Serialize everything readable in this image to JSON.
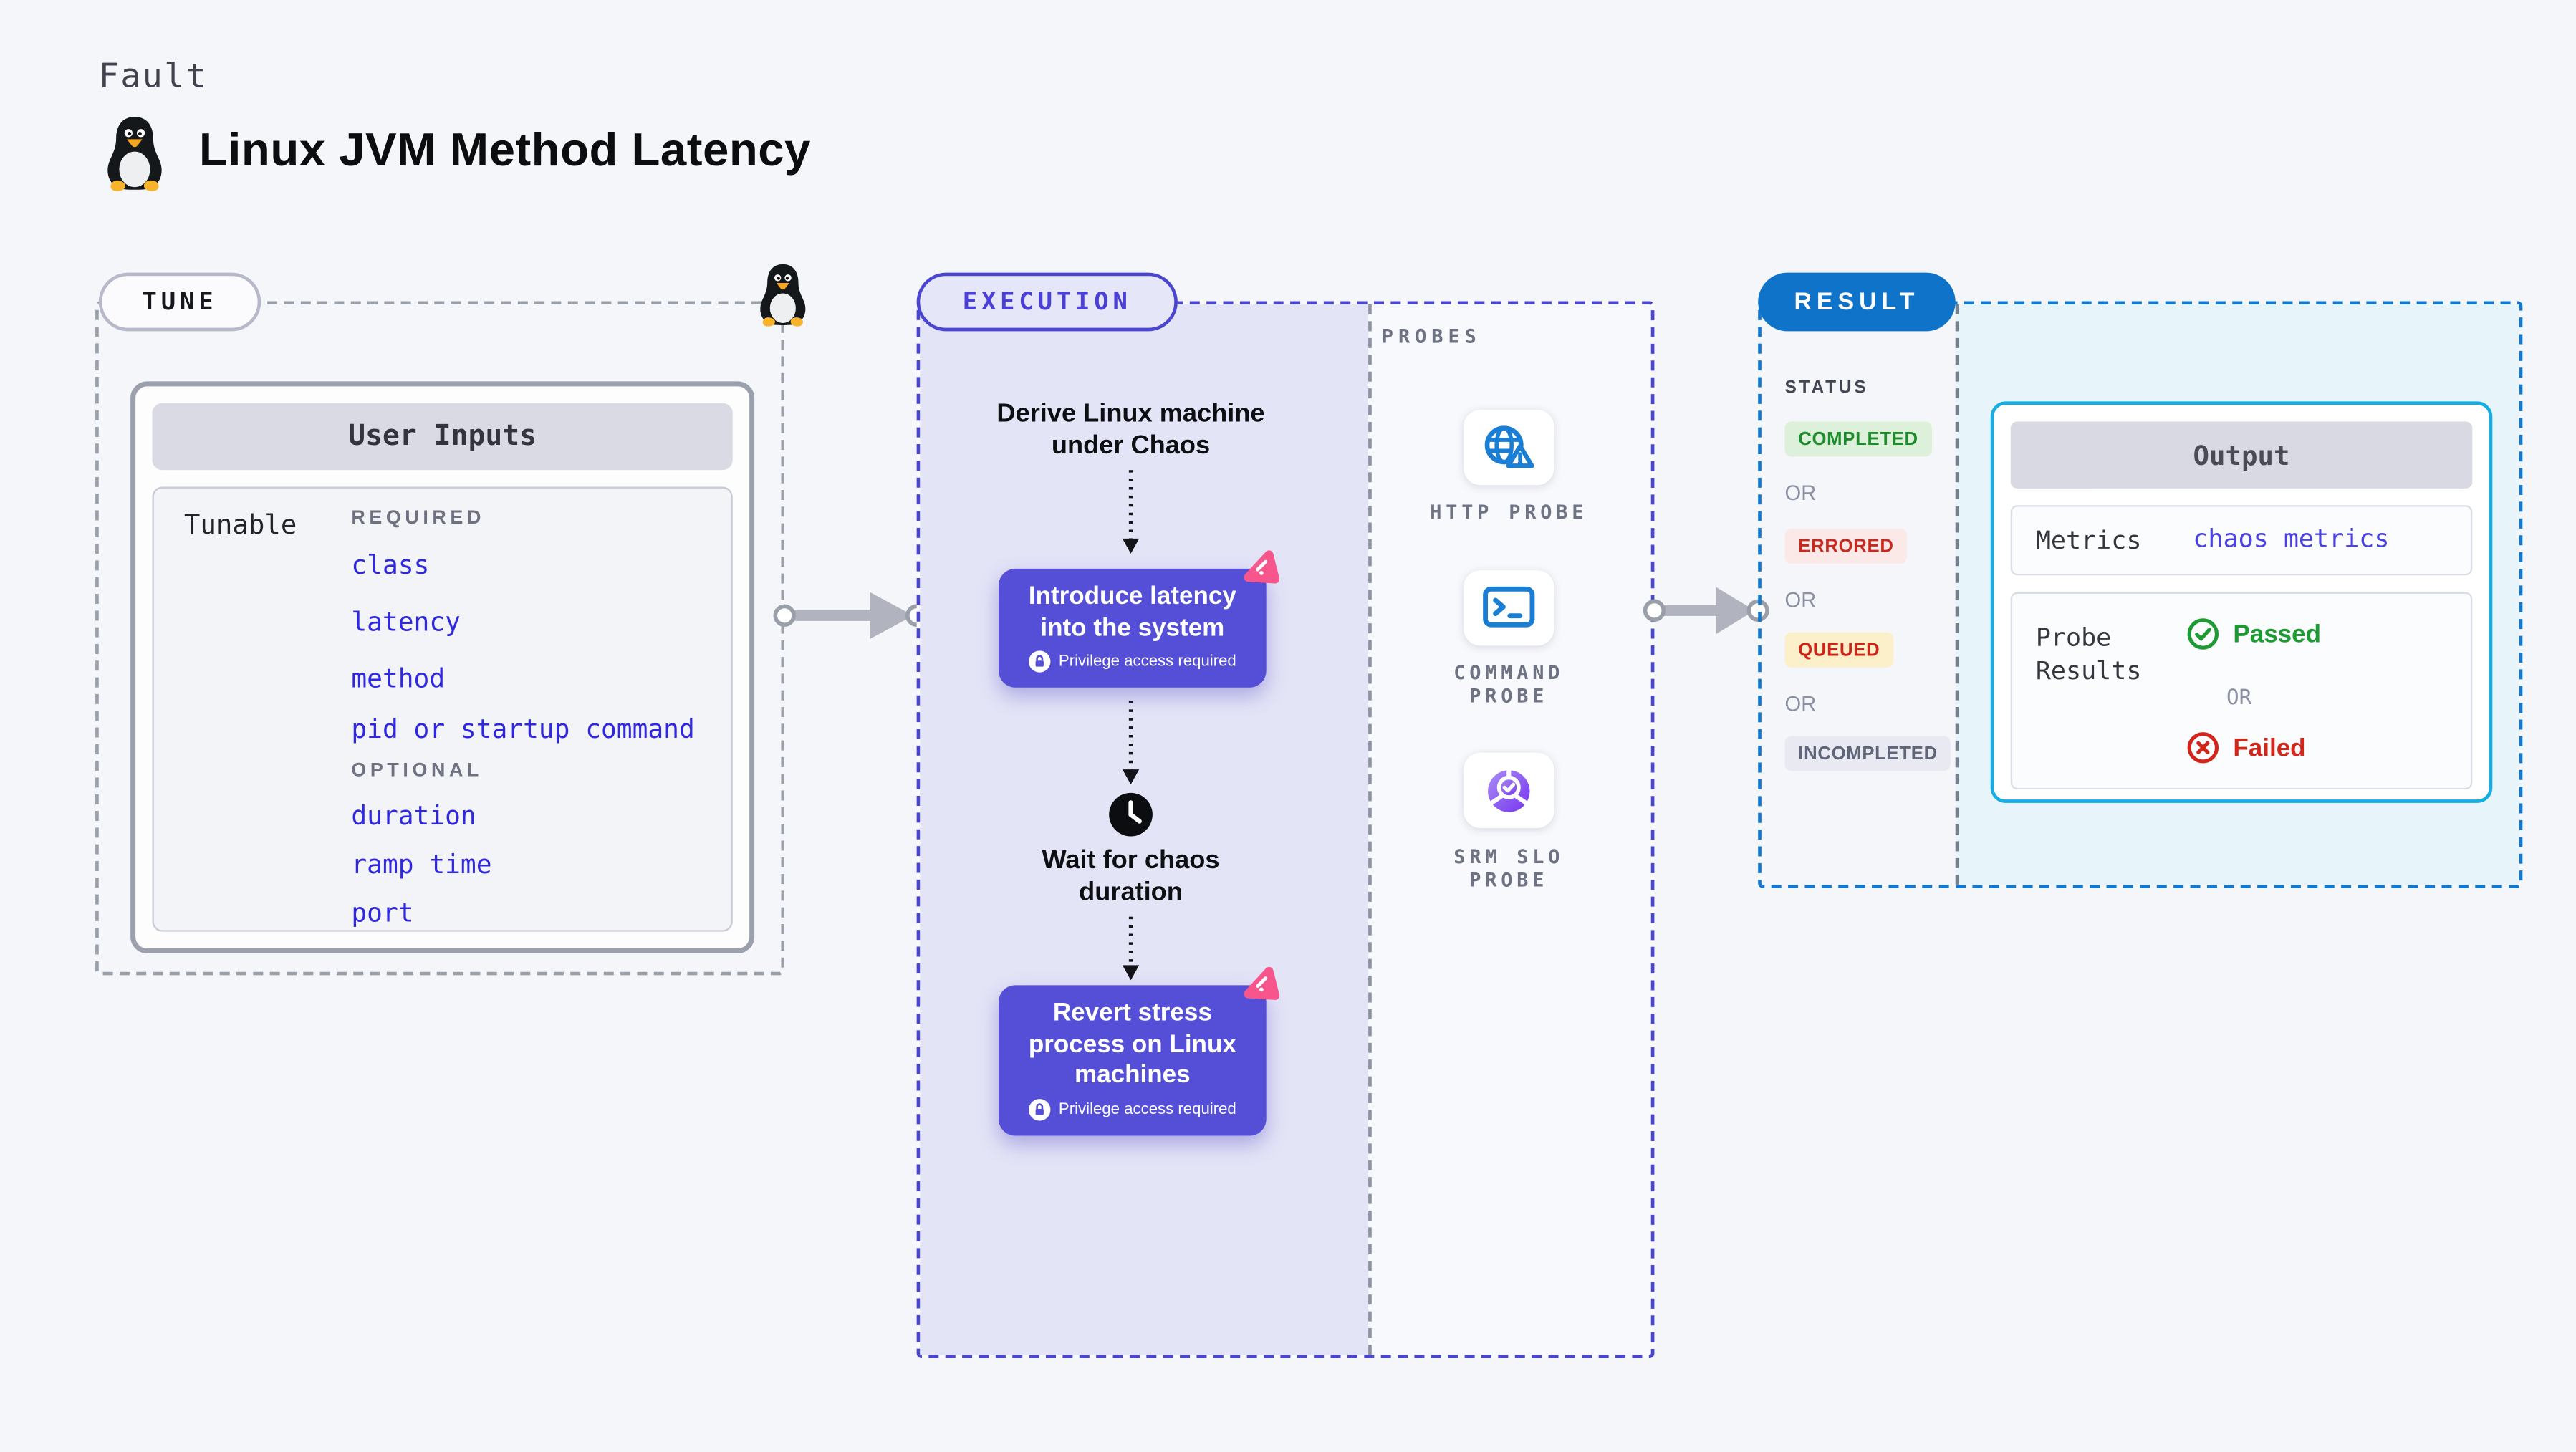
{
  "page": {
    "kicker": "Fault",
    "title": "Linux JVM Method Latency",
    "logo_icon": "tux-penguin"
  },
  "tune": {
    "badge": "TUNE",
    "corner_icon": "tux-penguin",
    "user_inputs": {
      "title": "User Inputs",
      "row_label": "Tunable",
      "required_label": "REQUIRED",
      "required_items": [
        "class",
        "latency",
        "method",
        "pid or startup command"
      ],
      "optional_label": "OPTIONAL",
      "optional_items": [
        "duration",
        "ramp time",
        "port"
      ]
    }
  },
  "execution": {
    "badge": "EXECUTION",
    "steps": {
      "derive": "Derive Linux machine under Chaos",
      "introduce": {
        "title": "Introduce latency into the system",
        "note": "Privilege access required"
      },
      "wait": "Wait for chaos duration",
      "revert": {
        "title": "Revert stress process on Linux machines",
        "note": "Privilege access required"
      }
    }
  },
  "probes": {
    "label": "PROBES",
    "items": [
      {
        "name": "HTTP PROBE",
        "icon": "globe-alert-icon"
      },
      {
        "name": "COMMAND PROBE",
        "icon": "terminal-icon"
      },
      {
        "name": "SRM SLO PROBE",
        "icon": "slo-donut-check-icon"
      }
    ]
  },
  "result": {
    "badge": "RESULT",
    "status_label": "STATUS",
    "or_label": "OR",
    "statuses": [
      {
        "label": "COMPLETED",
        "fg": "#1e8c2d",
        "bg": "#ddf0d9"
      },
      {
        "label": "ERRORED",
        "fg": "#c92a20",
        "bg": "#fbe9e8"
      },
      {
        "label": "QUEUED",
        "fg": "#ce2418",
        "bg": "#fcf0ca"
      },
      {
        "label": "INCOMPLETED",
        "fg": "#5f6679",
        "bg": "#e9eaf1"
      }
    ],
    "output": {
      "title": "Output",
      "metrics_label": "Metrics",
      "metrics_value": "chaos metrics",
      "probe_results_label": "Probe Results",
      "passed_label": "Passed",
      "or_label": "OR",
      "failed_label": "Failed"
    }
  },
  "colors": {
    "step_indigo": "#544fd6",
    "execution_accent": "#4a46cf",
    "result_accent": "#0e73c9",
    "output_border": "#16ade2",
    "tunable_link_blue": "#2f28e0",
    "passed_green": "#1d9a33",
    "failed_red": "#d3261a",
    "chaos_pink": "#f7568c",
    "probe_icon_blue": "#1a7fd4"
  }
}
